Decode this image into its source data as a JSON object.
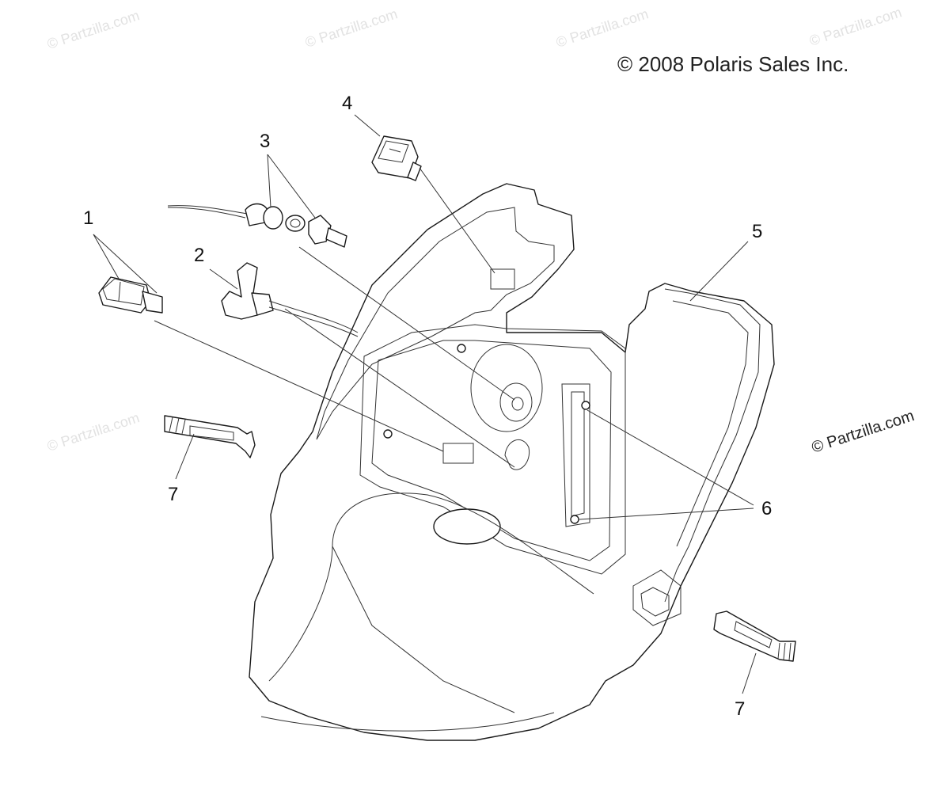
{
  "copyright": "© 2008 Polaris Sales Inc.",
  "watermark": "© Partzilla.com",
  "callouts": {
    "c1": "1",
    "c2": "2",
    "c3": "3",
    "c4": "4",
    "c5": "5",
    "c6": "6",
    "c7a": "7",
    "c7b": "7"
  }
}
